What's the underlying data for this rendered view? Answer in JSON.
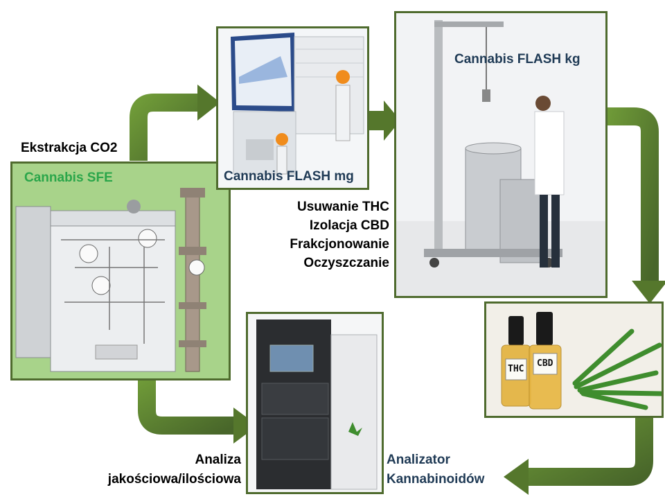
{
  "labels": {
    "co2_extraction": "Ekstrakcja CO2",
    "sfe_title": "Cannabis SFE",
    "flash_mg": "Cannabis FLASH mg",
    "flash_kg": "Cannabis FLASH kg",
    "processes": [
      "Usuwanie THC",
      "Izolacja CBD",
      "Frakcjonowanie",
      "Oczyszczanie"
    ],
    "analysis": [
      "Analiza",
      "jakościowa/ilościowa"
    ],
    "analyzer": [
      "Analizator",
      "Kannabinoidów"
    ]
  },
  "bottle_labels": {
    "thc": "THC",
    "cbd": "CBD"
  },
  "colors": {
    "arrow": "#55772c",
    "frame": "#4f6b2e",
    "sfe_bg": "#a8d38a",
    "green_text": "#2aa64a",
    "blue_text": "#1f3a55"
  }
}
